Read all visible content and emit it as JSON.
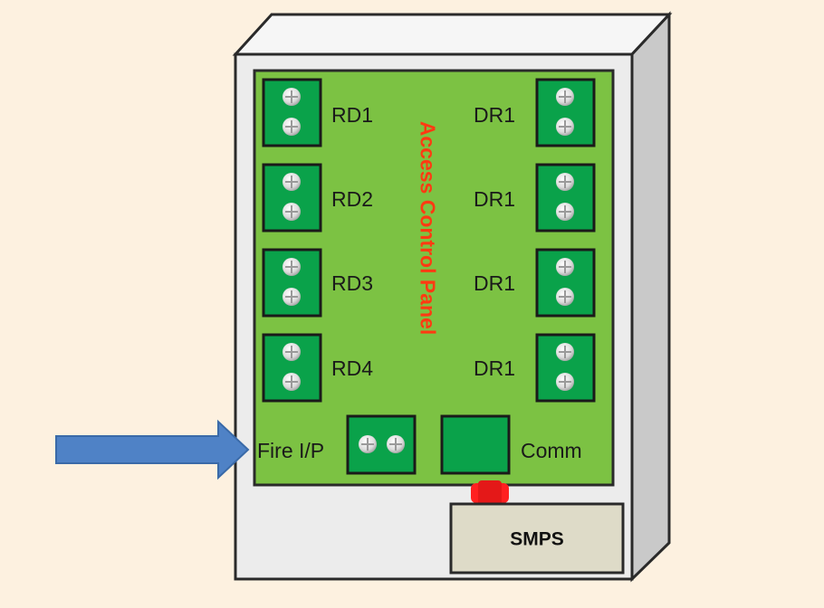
{
  "panel": {
    "title": "Access Control Panel",
    "reader_labels": [
      "RD1",
      "RD2",
      "RD3",
      "RD4"
    ],
    "door_labels": [
      "DR1",
      "DR1",
      "DR1",
      "DR1"
    ],
    "fire_input_label": "Fire I/P",
    "comm_label": "Comm",
    "power_supply_label": "SMPS"
  },
  "colors": {
    "background": "#fdf1e0",
    "enclosure_front": "#ececec",
    "enclosure_top": "#f6f6f6",
    "enclosure_side": "#c9c9c9",
    "board": "#7cc243",
    "terminal_block": "#0aa24a",
    "title_text": "#ff3a12",
    "smps_box": "#dedbc8",
    "connector": "#ff2020",
    "arrow": "#4f82c6"
  }
}
